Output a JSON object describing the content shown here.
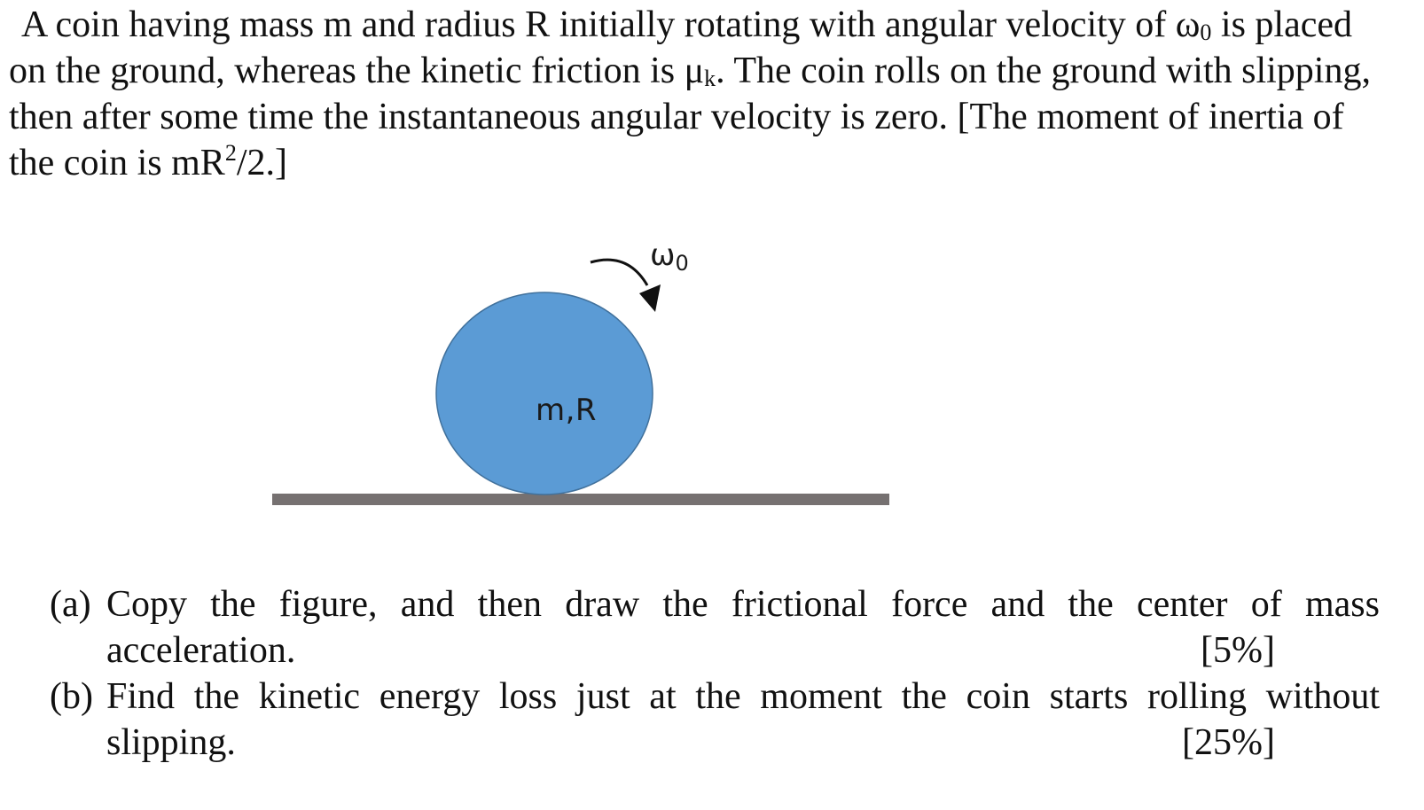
{
  "problem": {
    "intro_lines": [
      "A coin having mass m and radius R initially rotating with angular velocity of ω",
      "on the ground, whereas the kinetic friction is μ",
      "then after some time the instantaneous angular velocity is zero.  [The moment of inertia of",
      "the coin is mR"
    ],
    "omega_sub": "0",
    "line1_tail": " is placed",
    "mu_sub": "k",
    "line2_tail": ".  The coin rolls on the ground with slipping,",
    "inertia_sup": "2",
    "line4_tail": "/2.]"
  },
  "figure": {
    "coin_label": "m,R",
    "omega_symbol": "ω",
    "omega_subscript": "0",
    "colors": {
      "coin_fill": "#5b9bd5",
      "coin_stroke": "#41719c",
      "ground": "#767171",
      "arrow": "#111111"
    }
  },
  "questions": [
    {
      "tag": "(a)",
      "line1": "Copy the figure, and then draw the frictional force and the center of mass",
      "line2": "acceleration.",
      "marks": "[5%]"
    },
    {
      "tag": "(b)",
      "line1": "Find the kinetic energy loss just at the moment the coin starts rolling without",
      "line2": "slipping.",
      "marks": "[25%]"
    }
  ]
}
